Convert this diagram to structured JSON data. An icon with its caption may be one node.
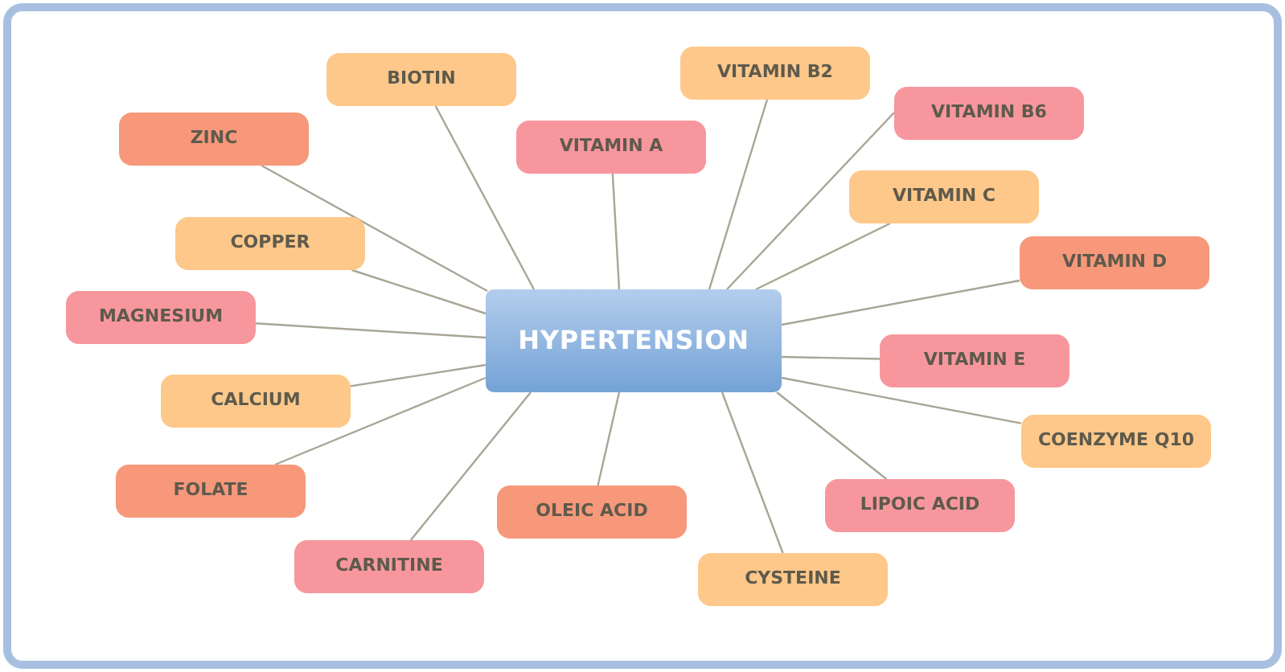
{
  "diagram": {
    "nodes": [
      {
        "text": [
          "HYPERTENSION"
        ]
      },
      {
        "text": [
          "BIOTIN"
        ]
      },
      {
        "text": [
          "ZINC"
        ]
      },
      {
        "text": [
          "VITAMIN A"
        ]
      },
      {
        "text": [
          "VITAMIN B2"
        ]
      },
      {
        "text": [
          "VITAMIN B6"
        ]
      },
      {
        "text": [
          "VITAMIN C"
        ]
      },
      {
        "text": [
          "COPPER"
        ]
      },
      {
        "text": [
          "VITAMIN D"
        ]
      },
      {
        "text": [
          "MAGNESIUM"
        ]
      },
      {
        "text": [
          "VITAMIN E"
        ]
      },
      {
        "text": [
          "CALCIUM"
        ]
      },
      {
        "text": [
          "COENZYME Q10"
        ]
      },
      {
        "text": [
          "FOLATE"
        ]
      },
      {
        "text": [
          "LIPOIC ACID"
        ]
      },
      {
        "text": [
          "OLEIC ACID"
        ]
      },
      {
        "text": [
          "CARNITINE"
        ]
      },
      {
        "text": [
          "CYSTEINE"
        ]
      }
    ],
    "edges": [
      {
        "from": 0,
        "to": 1,
        "arrow": "none"
      },
      {
        "from": 0,
        "to": 2,
        "arrow": "none"
      },
      {
        "from": 0,
        "to": 3,
        "arrow": "none"
      },
      {
        "from": 0,
        "to": 4,
        "arrow": "none"
      },
      {
        "from": 0,
        "to": 5,
        "arrow": "none"
      },
      {
        "from": 0,
        "to": 6,
        "arrow": "none"
      },
      {
        "from": 0,
        "to": 7,
        "arrow": "none"
      },
      {
        "from": 0,
        "to": 8,
        "arrow": "none"
      },
      {
        "from": 0,
        "to": 9,
        "arrow": "none"
      },
      {
        "from": 0,
        "to": 10,
        "arrow": "none"
      },
      {
        "from": 0,
        "to": 11,
        "arrow": "none"
      },
      {
        "from": 0,
        "to": 12,
        "arrow": "none"
      },
      {
        "from": 0,
        "to": 13,
        "arrow": "none"
      },
      {
        "from": 0,
        "to": 14,
        "arrow": "none"
      },
      {
        "from": 0,
        "to": 15,
        "arrow": "none"
      },
      {
        "from": 0,
        "to": 16,
        "arrow": "none"
      },
      {
        "from": 0,
        "to": 17,
        "arrow": "none"
      }
    ]
  }
}
